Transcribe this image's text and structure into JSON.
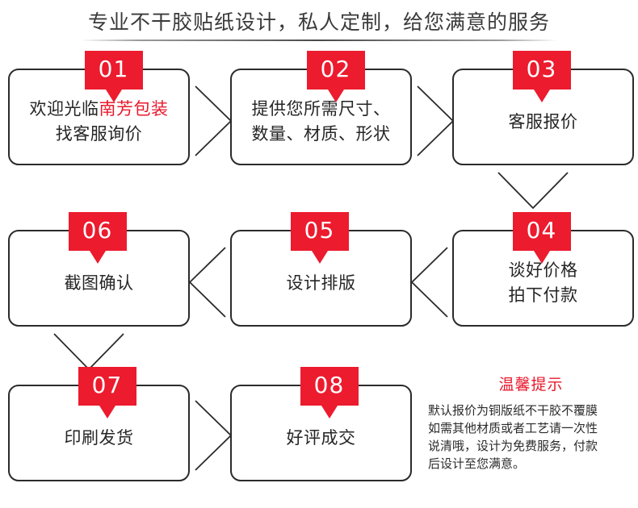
{
  "header": {
    "title": "专业不干胶贴纸设计，私人定制，给您满意的服务"
  },
  "colors": {
    "badge_red": "#ec1b2e",
    "accent_red": "#e8192c",
    "box_border": "#2b2b2b",
    "text": "#262626",
    "rule": "#4a4a4a",
    "background": "#ffffff"
  },
  "steps": [
    {
      "number": "01",
      "lines": [
        {
          "segments": [
            {
              "text": "欢迎光临",
              "highlight": false
            },
            {
              "text": "南芳包装",
              "highlight": true
            }
          ]
        },
        {
          "segments": [
            {
              "text": "找客服询价",
              "highlight": false
            }
          ]
        }
      ]
    },
    {
      "number": "02",
      "lines": [
        {
          "segments": [
            {
              "text": "提供您所需尺寸、",
              "highlight": false
            }
          ]
        },
        {
          "segments": [
            {
              "text": "数量、材质、形状",
              "highlight": false
            }
          ]
        }
      ]
    },
    {
      "number": "03",
      "lines": [
        {
          "segments": [
            {
              "text": "客服报价",
              "highlight": false
            }
          ]
        }
      ]
    },
    {
      "number": "04",
      "lines": [
        {
          "segments": [
            {
              "text": "谈好价格",
              "highlight": false
            }
          ]
        },
        {
          "segments": [
            {
              "text": "拍下付款",
              "highlight": false
            }
          ]
        }
      ]
    },
    {
      "number": "05",
      "lines": [
        {
          "segments": [
            {
              "text": "设计排版",
              "highlight": false
            }
          ]
        }
      ]
    },
    {
      "number": "06",
      "lines": [
        {
          "segments": [
            {
              "text": "截图确认",
              "highlight": false
            }
          ]
        }
      ]
    },
    {
      "number": "07",
      "lines": [
        {
          "segments": [
            {
              "text": "印刷发货",
              "highlight": false
            }
          ]
        }
      ]
    },
    {
      "number": "08",
      "lines": [
        {
          "segments": [
            {
              "text": "好评成交",
              "highlight": false
            }
          ]
        }
      ]
    }
  ],
  "connectors": [
    {
      "name": "connector-01-to-02",
      "direction": "right"
    },
    {
      "name": "connector-02-to-03",
      "direction": "right"
    },
    {
      "name": "connector-03-to-04",
      "direction": "down"
    },
    {
      "name": "connector-04-to-05",
      "direction": "left"
    },
    {
      "name": "connector-05-to-06",
      "direction": "left"
    },
    {
      "name": "connector-06-to-07",
      "direction": "down"
    },
    {
      "name": "connector-07-to-08",
      "direction": "right"
    }
  ],
  "notice": {
    "title": "温馨提示",
    "lines": [
      "默认报价为铜版纸不干胶不覆膜",
      "如需其他材质或者工艺请一次性",
      "说清哦，设计为免费服务，付款",
      "后设计至您满意。"
    ]
  }
}
